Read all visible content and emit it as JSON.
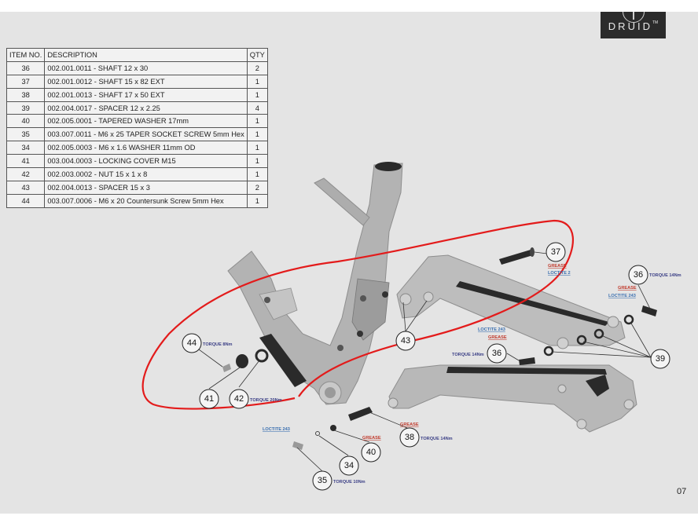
{
  "brand": {
    "name": "DRUID",
    "tm": "TM"
  },
  "page_number": "07",
  "bom": {
    "headers": [
      "ITEM NO.",
      "DESCRIPTION",
      "QTY"
    ],
    "rows": [
      {
        "item": "36",
        "desc": "002.001.0011 - SHAFT 12 x 30",
        "qty": "2"
      },
      {
        "item": "37",
        "desc": "002.001.0012 - SHAFT 15 x 82 EXT",
        "qty": "1"
      },
      {
        "item": "38",
        "desc": "002.001.0013 - SHAFT 17 x 50 EXT",
        "qty": "1"
      },
      {
        "item": "39",
        "desc": "002.004.0017 - SPACER 12 x 2.25",
        "qty": "4"
      },
      {
        "item": "40",
        "desc": "002.005.0001 - TAPERED WASHER 17mm",
        "qty": "1"
      },
      {
        "item": "35",
        "desc": "003.007.0011 - M6 x 25 TAPER SOCKET SCREW 5mm Hex",
        "qty": "1"
      },
      {
        "item": "34",
        "desc": "002.005.0003 - M6 x 1.6 WASHER 11mm OD",
        "qty": "1"
      },
      {
        "item": "41",
        "desc": "003.004.0003 - LOCKING COVER M15",
        "qty": "1"
      },
      {
        "item": "42",
        "desc": "002.003.0002 - NUT 15 x 1 x 8",
        "qty": "1"
      },
      {
        "item": "43",
        "desc": "002.004.0013 - SPACER 15 x 3",
        "qty": "2"
      },
      {
        "item": "44",
        "desc": "003.007.0006 - M6 x 20 Countersunk Screw 5mm Hex",
        "qty": "1"
      }
    ]
  },
  "callouts": {
    "c37": "37",
    "c36a": "36",
    "c36b": "36",
    "c39": "39",
    "c43": "43",
    "c44": "44",
    "c41": "41",
    "c42": "42",
    "c38": "38",
    "c40": "40",
    "c34": "34",
    "c35": "35"
  },
  "notes": {
    "torque_8": "TORQUE 8Nm",
    "torque_20": "TORQUE 20Nm",
    "torque_14_a": "TORQUE 14Nm",
    "torque_14_b": "TORQUE 14Nm",
    "torque_14_c": "TORQUE 14Nm",
    "torque_10": "TORQUE 10Nm",
    "grease_37": "GREASE",
    "loctite_37": "LOCTITE 2",
    "grease_36b": "GREASE",
    "loctite_36b": "LOCTITE 243",
    "loctite_36a": "LOCTITE 243",
    "grease_36a": "GREASE",
    "grease_38": "GREASE",
    "grease_40": "GREASE",
    "loctite_35": "LOCTITE 243"
  },
  "colors": {
    "frame": "#b3b3b3",
    "frame_shadow": "#8e8e8e",
    "hardware": "#2a2a2a",
    "markup": "#e31b1b",
    "torque_text": "#3b3f86",
    "grease_text": "#c0392b",
    "loctite_text": "#3a6fb0"
  }
}
